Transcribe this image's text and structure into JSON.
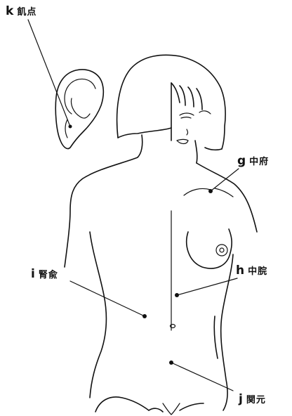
{
  "points": [
    {
      "id": "k",
      "letter": "k",
      "name": "飢点"
    },
    {
      "id": "g",
      "letter": "g",
      "name": "中府"
    },
    {
      "id": "h",
      "letter": "h",
      "name": "中脘"
    },
    {
      "id": "i",
      "letter": "i",
      "name": "腎兪"
    },
    {
      "id": "j",
      "letter": "j",
      "name": "関元"
    }
  ],
  "colors": {
    "ink": "#111111",
    "background": "#ffffff"
  }
}
